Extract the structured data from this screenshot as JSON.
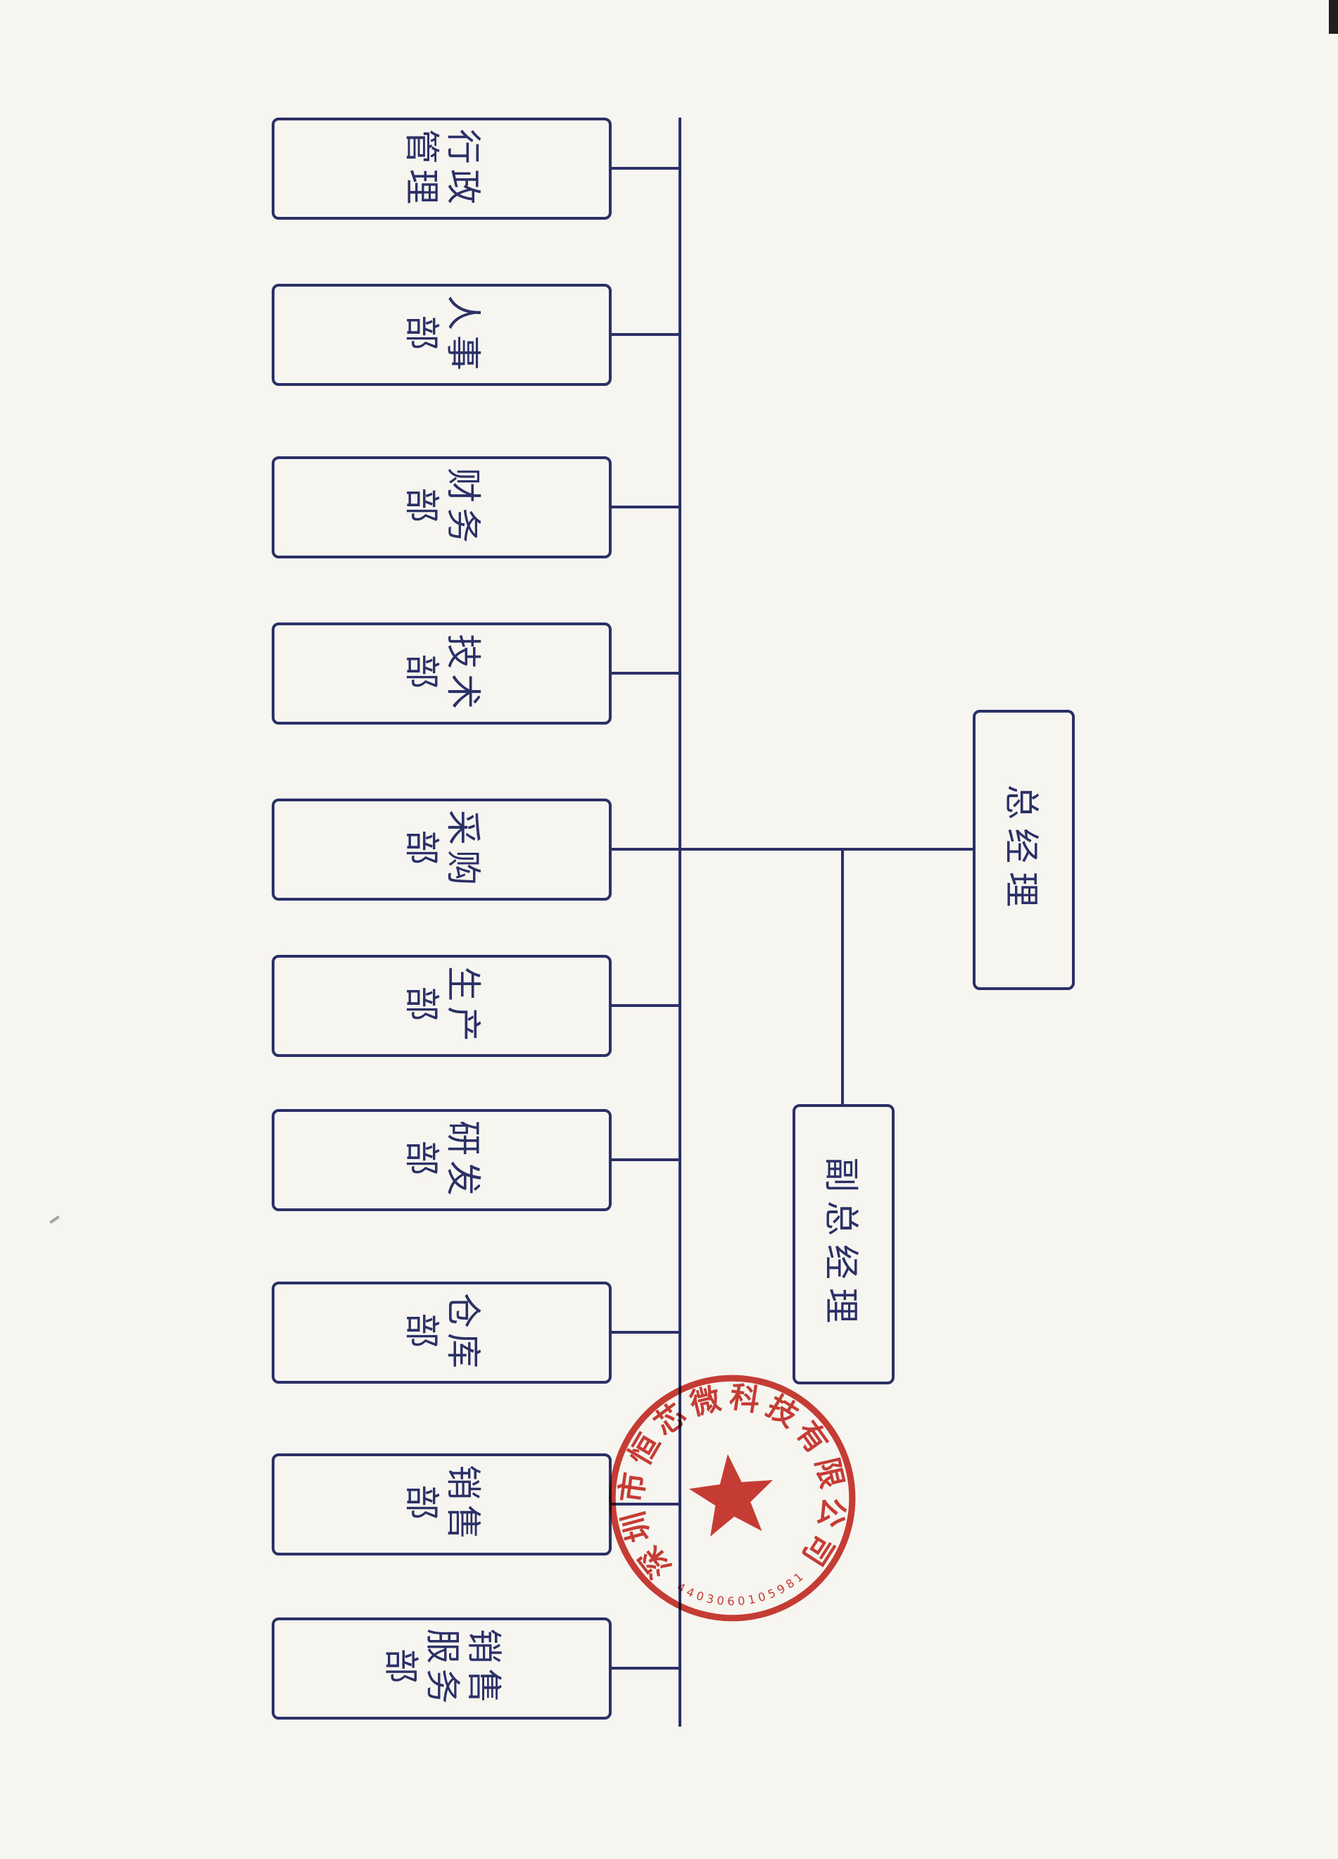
{
  "page": {
    "ink_color": "#2b3066",
    "paper_color": "#f7f5f0"
  },
  "org_chart": {
    "departments": [
      {
        "label": "行政\n管理"
      },
      {
        "label": "人事\n部"
      },
      {
        "label": "财务\n部"
      },
      {
        "label": "技术\n部"
      },
      {
        "label": "采购\n部"
      },
      {
        "label": "生产\n部"
      },
      {
        "label": "研发\n部"
      },
      {
        "label": "仓库\n部"
      },
      {
        "label": "销售\n部"
      },
      {
        "label": "销售\n服务\n部"
      }
    ],
    "general_manager_label": "总经理",
    "deputy_general_manager_label": "副总经理"
  },
  "seal": {
    "company_name": "深圳市恒芯微科技有限公司",
    "registration_number": "4403060105981",
    "color": "#c5231c"
  }
}
